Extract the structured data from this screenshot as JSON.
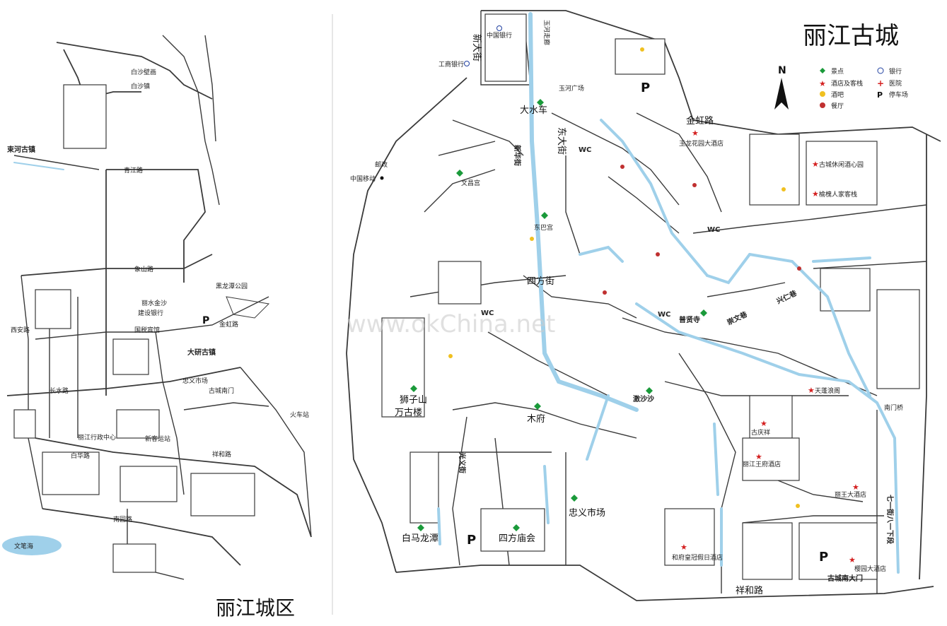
{
  "left_map": {
    "title": "丽江城区",
    "towns": [
      "束河古镇",
      "白沙镇",
      "大研古镇"
    ],
    "water": "文笔海",
    "roads": [
      "青江路",
      "象山路",
      "长水路",
      "白华路",
      "南园路",
      "祥和路",
      "西安路",
      "金虹路"
    ],
    "places": [
      "黑龙潭公园",
      "火车站",
      "丽江行政中心",
      "新客运站",
      "古城南门",
      "白沙壁画",
      "丽水金沙",
      "国税宾馆",
      "建设银行",
      "忠义市场"
    ],
    "parking": "P"
  },
  "right_map": {
    "title": "丽江古城",
    "legend": [
      {
        "label": "景点",
        "color": "#1a9a3a",
        "shape": "diamond"
      },
      {
        "label": "酒店及客栈",
        "color": "#d42020",
        "shape": "star"
      },
      {
        "label": "酒吧",
        "color": "#f0c020",
        "shape": "dot"
      },
      {
        "label": "餐厅",
        "color": "#c03030",
        "shape": "flower"
      },
      {
        "label": "银行",
        "color": "#2040a0",
        "shape": "circle"
      },
      {
        "label": "医院",
        "color": "#d42020",
        "shape": "cross"
      },
      {
        "label": "停车场",
        "color": "#111111",
        "shape": "P"
      }
    ],
    "north": "N",
    "sights": [
      "大水车",
      "东巴宫",
      "木府",
      "狮子山",
      "万古楼",
      "白马龙潭",
      "四方庙会",
      "忠义市场",
      "普贤寺",
      "激沙沙",
      "文昌宫"
    ],
    "hotels": [
      "古城休闲酒心园",
      "榆槐人家客栈",
      "玉龙花园大酒店",
      "古庆祥",
      "丽江王府酒店",
      "丽王大酒店",
      "和府皇冠假日酒店",
      "樱园大酒店",
      "天蓬浪阁"
    ],
    "streets": [
      "新大街",
      "东大街",
      "四方街",
      "新华街",
      "七一街八一下段",
      "光义街",
      "祥和路",
      "金虹路",
      "兴仁巷",
      "崇文巷"
    ],
    "misc": [
      "玉河走廊",
      "玉河广场",
      "中国银行",
      "工商银行",
      "中国移动",
      "邮政",
      "南门桥",
      "古城南大门",
      "WC",
      "P"
    ],
    "watermark": "www.okChina.net"
  }
}
